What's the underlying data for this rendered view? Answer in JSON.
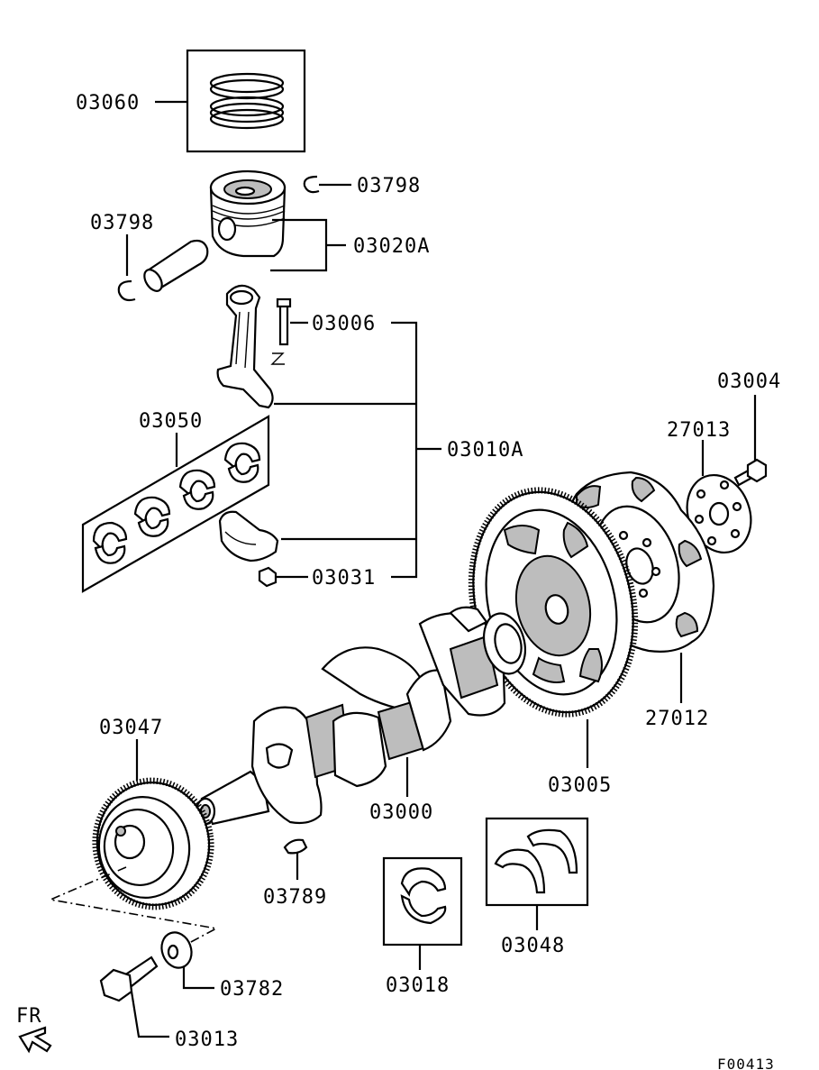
{
  "diagram": {
    "code": "F00413",
    "orientation_label": "FR",
    "callouts": {
      "ring_set": "03060",
      "clip_upper": "03798",
      "clip_lower": "03798",
      "piston": "03020A",
      "rod_bolt": "03006",
      "rod_bearing": "03050",
      "conn_rod_assy": "03010A",
      "rod_nut": "03031",
      "drive_plate_bolt": "03004",
      "adapter_plate": "27013",
      "drive_plate": "27012",
      "flywheel": "03005",
      "pulley": "03047",
      "crankshaft": "03000",
      "key": "03789",
      "main_bearing": "03018",
      "thrust_bearing": "03048",
      "washer": "03782",
      "pulley_bolt": "03013"
    }
  }
}
